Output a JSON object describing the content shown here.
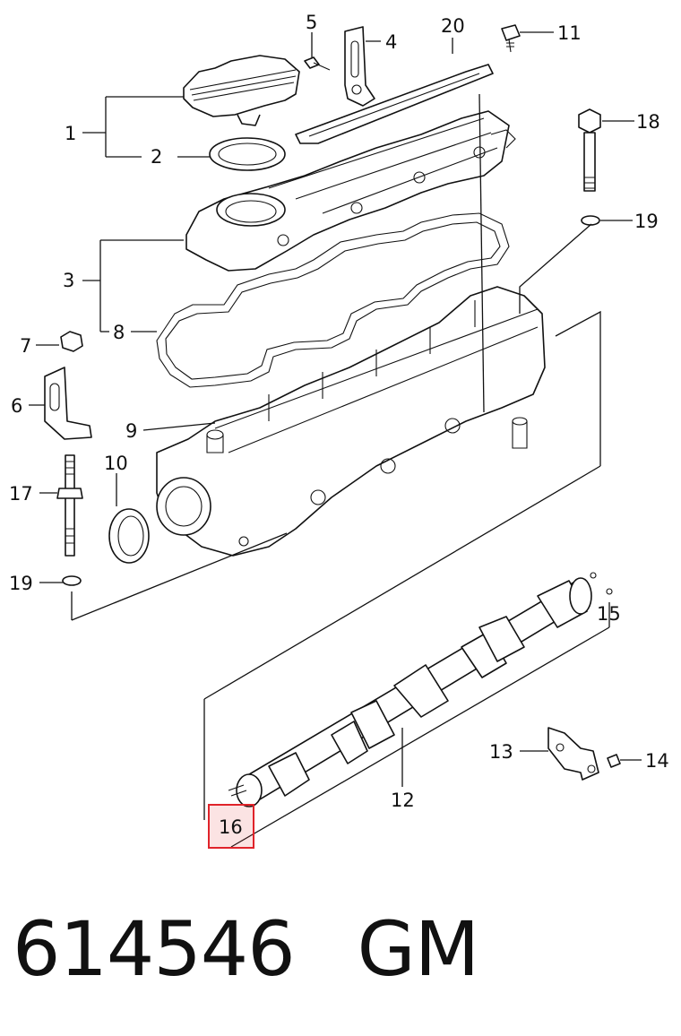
{
  "diagram": {
    "callouts": [
      {
        "id": "c1",
        "label": "1"
      },
      {
        "id": "c2",
        "label": "2"
      },
      {
        "id": "c3",
        "label": "3"
      },
      {
        "id": "c4",
        "label": "4"
      },
      {
        "id": "c5",
        "label": "5"
      },
      {
        "id": "c6",
        "label": "6"
      },
      {
        "id": "c7",
        "label": "7"
      },
      {
        "id": "c8",
        "label": "8"
      },
      {
        "id": "c9",
        "label": "9"
      },
      {
        "id": "c10",
        "label": "10"
      },
      {
        "id": "c11",
        "label": "11"
      },
      {
        "id": "c12",
        "label": "12"
      },
      {
        "id": "c13",
        "label": "13"
      },
      {
        "id": "c14",
        "label": "14"
      },
      {
        "id": "c15",
        "label": "15"
      },
      {
        "id": "c16",
        "label": "16"
      },
      {
        "id": "c17",
        "label": "17"
      },
      {
        "id": "c18",
        "label": "18"
      },
      {
        "id": "c19a",
        "label": "19"
      },
      {
        "id": "c19b",
        "label": "19"
      },
      {
        "id": "c20",
        "label": "20"
      }
    ],
    "highlighted_callout": "16",
    "highlight_color": "#e0232a"
  },
  "footer": {
    "part_number": "614546",
    "brand": "GM"
  }
}
